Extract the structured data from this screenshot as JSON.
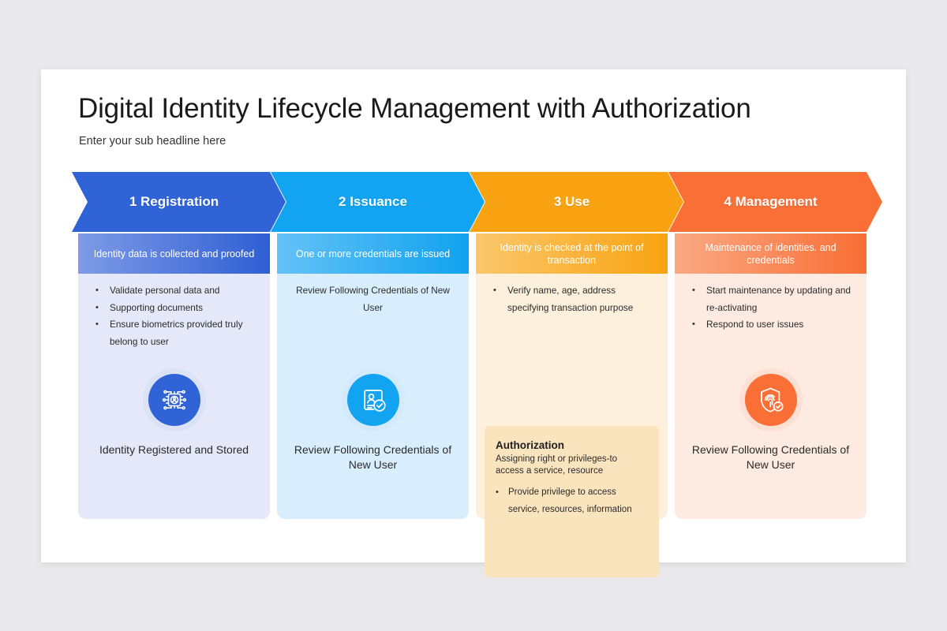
{
  "slide": {
    "title": "Digital Identity Lifecycle Management with Authorization",
    "subtitle": "Enter your sub headline here"
  },
  "colors": {
    "background": "#e9e9eb",
    "card": "#ffffff",
    "step1": "#3063d5",
    "step2": "#12a4f0",
    "step3": "#f9a312",
    "step4": "#f96f36"
  },
  "columns": [
    {
      "step_number": "1",
      "header": "1 Registration",
      "subtitle": "Identity data is collected and proofed",
      "bullets": [
        "Validate personal data and",
        "Supporting documents",
        "Ensure biometrics provided truly belong to user"
      ],
      "plain_text": "",
      "icon": "identity-chip-icon",
      "caption": "Identity Registered and Stored",
      "chevron_color": "#3063d5",
      "sub_from": "#7e9ae6",
      "sub_to": "#2f5fd4",
      "body_color": "#e4e8f8",
      "icon_color": "#3063d5",
      "halo_color": "#dce2f5"
    },
    {
      "step_number": "2",
      "header": "2 Issuance",
      "subtitle": "One or more credentials are issued",
      "bullets": [],
      "plain_text": "Review Following Credentials of New User",
      "icon": "id-card-check-icon",
      "caption": "Review Following Credentials of New User",
      "chevron_color": "#12a4f0",
      "sub_from": "#63c2f6",
      "sub_to": "#11a2ef",
      "body_color": "#d9eefc",
      "icon_color": "#12a4f0",
      "halo_color": "#d2eafb"
    },
    {
      "step_number": "3",
      "header": "3 Use",
      "subtitle": "Identity is checked at the point of transaction",
      "bullets": [
        "Verify name, age, address specifying transaction purpose"
      ],
      "plain_text": "",
      "icon": "",
      "caption": "",
      "chevron_color": "#f9a312",
      "sub_from": "#fbc76b",
      "sub_to": "#f8a311",
      "body_color": "#fdf0dc",
      "icon_color": "#f9a312",
      "halo_color": "#fbe9cd",
      "authorization": {
        "title": "Authorization",
        "description": "Assigning right or privileges-to access a service, resource",
        "bullets": [
          "Provide privilege to access service, resources, information"
        ]
      }
    },
    {
      "step_number": "4",
      "header": "4 Management",
      "subtitle": "Maintenance of identities. and credentials",
      "bullets": [
        "Start maintenance by updating and re-activating",
        "Respond to user issues"
      ],
      "plain_text": "",
      "icon": "shield-fingerprint-check-icon",
      "caption": "Review Following Credentials of New User",
      "chevron_color": "#f96f36",
      "sub_from": "#fba983",
      "sub_to": "#f86e35",
      "body_color": "#fdeae1",
      "icon_color": "#f96f36",
      "halo_color": "#fbe0d3"
    }
  ]
}
